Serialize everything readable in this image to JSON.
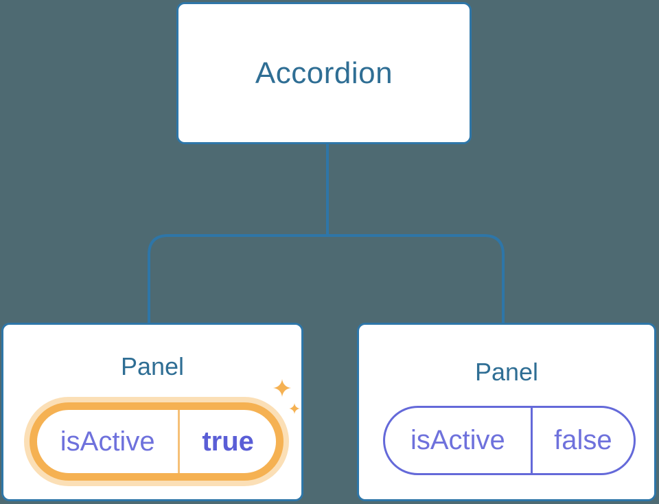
{
  "diagram": {
    "type": "component-state-tree",
    "root": {
      "label": "Accordion"
    },
    "panels": [
      {
        "title": "Panel",
        "prop_name": "isActive",
        "prop_value": "true",
        "highlighted": true
      },
      {
        "title": "Panel",
        "prop_name": "isActive",
        "prop_value": "false",
        "highlighted": false
      }
    ]
  },
  "icons": {
    "sparkle": "✦"
  },
  "colors": {
    "background": "#4E6A72",
    "card_background": "#FFFFFF",
    "card_border": "#2E76A8",
    "connector_line": "#2E76A8",
    "title_text": "#2F6E94",
    "prop_text": "#6E71DC",
    "prop_value_active_text": "#5A5ED6",
    "inactive_pill_border": "#6469D9",
    "highlight_ring": "#F5B152",
    "highlight_glow": "#FBDFB6",
    "highlight_divider": "#F6C077",
    "sparkle": "#F5B152"
  }
}
